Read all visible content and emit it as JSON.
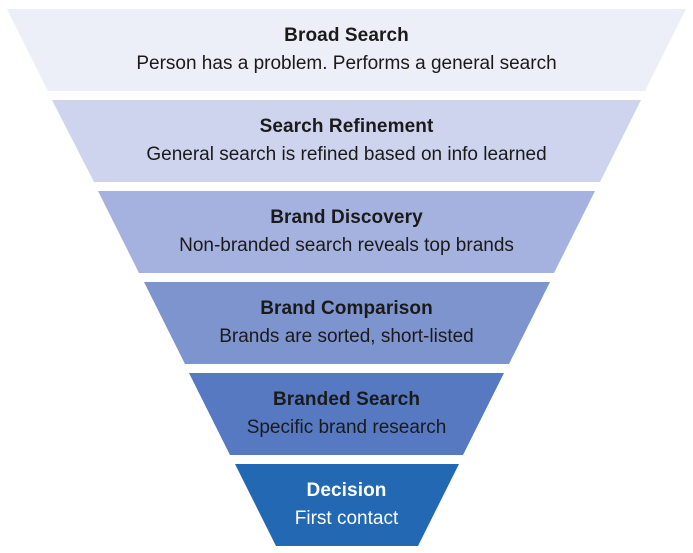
{
  "page": {
    "background_color": "#ffffff",
    "diagram_type": "search-marketing-funnel"
  },
  "funnel": {
    "segments": [
      {
        "title": "Broad Search",
        "subtitle": "Person has a problem. Performs a general search",
        "color": "#edeff8",
        "text_color": "#1a1a1a"
      },
      {
        "title": "Search Refinement",
        "subtitle": "General search is refined based on info learned",
        "color": "#ced4ed",
        "text_color": "#1a1a1a"
      },
      {
        "title": "Brand Discovery",
        "subtitle": "Non-branded search reveals top brands",
        "color": "#a5b2df",
        "text_color": "#1a1a1a"
      },
      {
        "title": "Brand Comparison",
        "subtitle": "Brands are sorted, short-listed",
        "color": "#7d94ce",
        "text_color": "#1a1a1a"
      },
      {
        "title": "Branded Search",
        "subtitle": "Specific brand research",
        "color": "#5679c1",
        "text_color": "#1a1a1a"
      },
      {
        "title": "Decision",
        "subtitle": "First contact",
        "color": "#2268b3",
        "text_color": "#ffffff"
      }
    ]
  }
}
